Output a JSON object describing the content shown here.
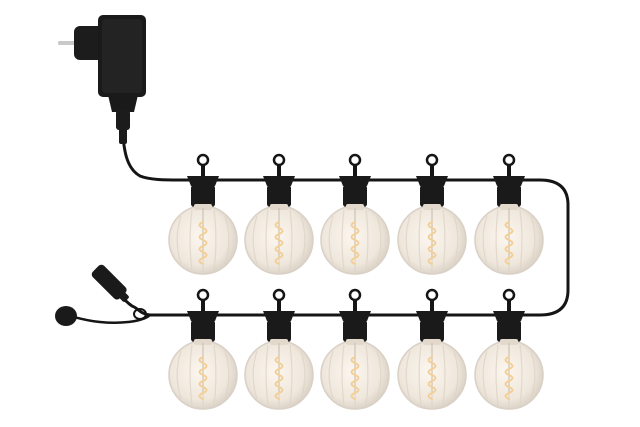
{
  "product": {
    "bulb_count": 10,
    "rows": 2,
    "bulbs_per_row": 5,
    "colors": {
      "background": "#ffffff",
      "cable": "#151515",
      "socket": "#1a1a1a",
      "glass": "#f1ebe4",
      "glass_rim": "#d9d0c6",
      "filament": "#f3cf96"
    },
    "icons": {
      "adapter": "power-adapter-icon",
      "connector": "end-connector-icon",
      "bulb": "globe-bulb-icon"
    }
  }
}
